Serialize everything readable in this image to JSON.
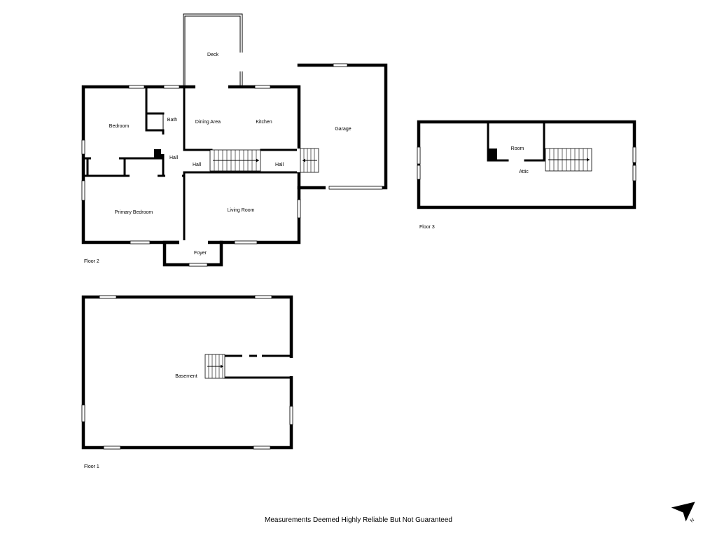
{
  "floor2": {
    "label": "Floor 2",
    "rooms": {
      "deck": "Deck",
      "bedroom": "Bedroom",
      "bath": "Bath",
      "dining": "Dining Area",
      "kitchen": "Kitchen",
      "garage": "Garage",
      "hall_left": "Hall",
      "hall_mid": "Hall",
      "hall_right": "Hall",
      "primary_bedroom": "Primary Bedroom",
      "living_room": "Living Room",
      "foyer": "Foyer"
    }
  },
  "floor3": {
    "label": "Floor 3",
    "rooms": {
      "room": "Room",
      "attic": "Attic"
    }
  },
  "floor1": {
    "label": "Floor 1",
    "rooms": {
      "basement": "Basement"
    }
  },
  "disclaimer": "Measurements Deemed Highly Reliable But Not Guaranteed",
  "compass": {
    "icon": "north-arrow-icon",
    "letter": "N"
  }
}
